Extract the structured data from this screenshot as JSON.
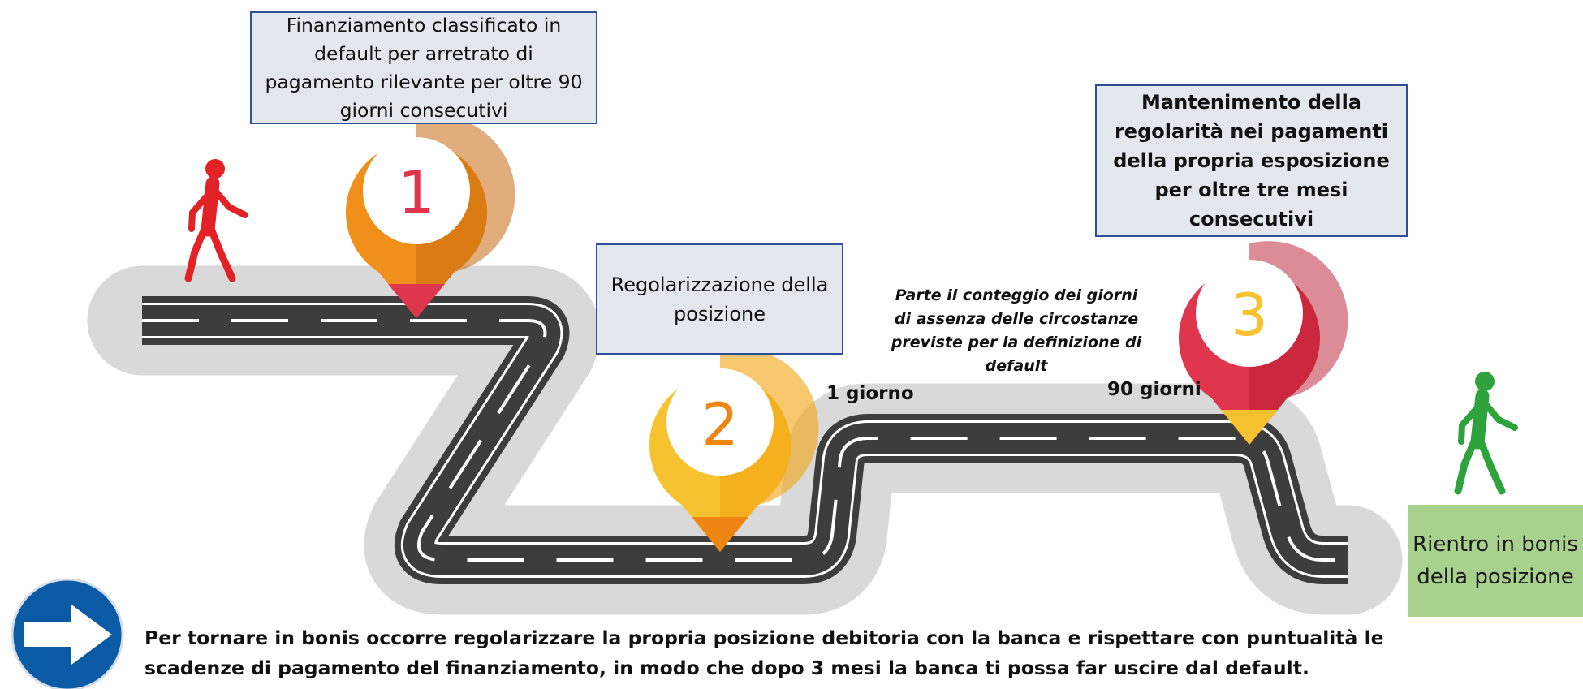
{
  "steps": [
    {
      "number": "1",
      "description": "Finanziamento classificato in default per arretrato di pagamento rilevante per oltre 90 giorni consecutivi"
    },
    {
      "number": "2",
      "description": "Regolarizzazione della posizione"
    },
    {
      "number": "3",
      "description": "Mantenimento della regolarità nei pagamenti della propria esposizione per oltre tre mesi consecutivi"
    }
  ],
  "timeline": {
    "start_label": "1 giorno",
    "end_label": "90 giorni",
    "note": "Parte il conteggio dei giorni di assenza delle circostanze previste per la definizione di default"
  },
  "outcome": "Rientro in bonis della posizione",
  "footer_text": "Per tornare in bonis occorre regolarizzare la propria posizione debitoria con la banca e rispettare con puntualità le scadenze di pagamento del finanziamento, in modo che dopo 3 mesi la banca ti possa far uscire dal default.",
  "colors": {
    "pin1": "#f0901a",
    "pin2": "#f7c230",
    "pin3": "#e0364d",
    "road": "#3d3d3d",
    "road_shadow": "#d9d9d9",
    "walker_start": "#e32227",
    "walker_end": "#2ea33c",
    "sign": "#0b5aa6"
  },
  "icons": [
    "walking-person-red-icon",
    "map-pin-icon",
    "walking-person-green-icon",
    "right-arrow-sign-icon"
  ]
}
